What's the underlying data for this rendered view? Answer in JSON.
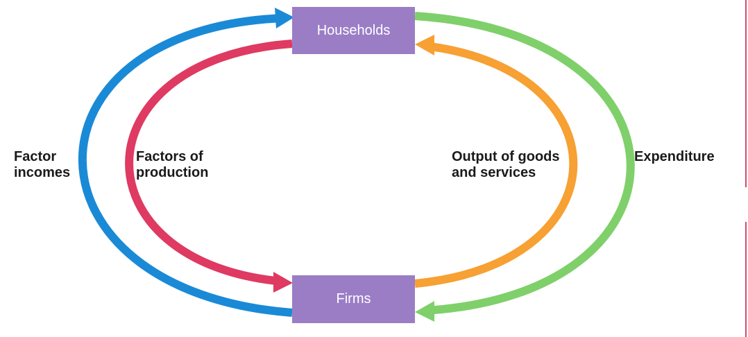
{
  "nodes": {
    "households": "Households",
    "firms": "Firms"
  },
  "labels": {
    "factor_incomes": [
      "Factor",
      "incomes"
    ],
    "factors_of_production": [
      "Factors of",
      "production"
    ],
    "output": [
      "Output of goods",
      "and services"
    ],
    "expenditure": [
      "Expenditure"
    ]
  },
  "colors": {
    "factor_incomes": "#1a8ad6",
    "factors_of_production": "#de3a62",
    "output": "#f7a033",
    "expenditure": "#7fd06a",
    "node": "#9b7dc6"
  }
}
